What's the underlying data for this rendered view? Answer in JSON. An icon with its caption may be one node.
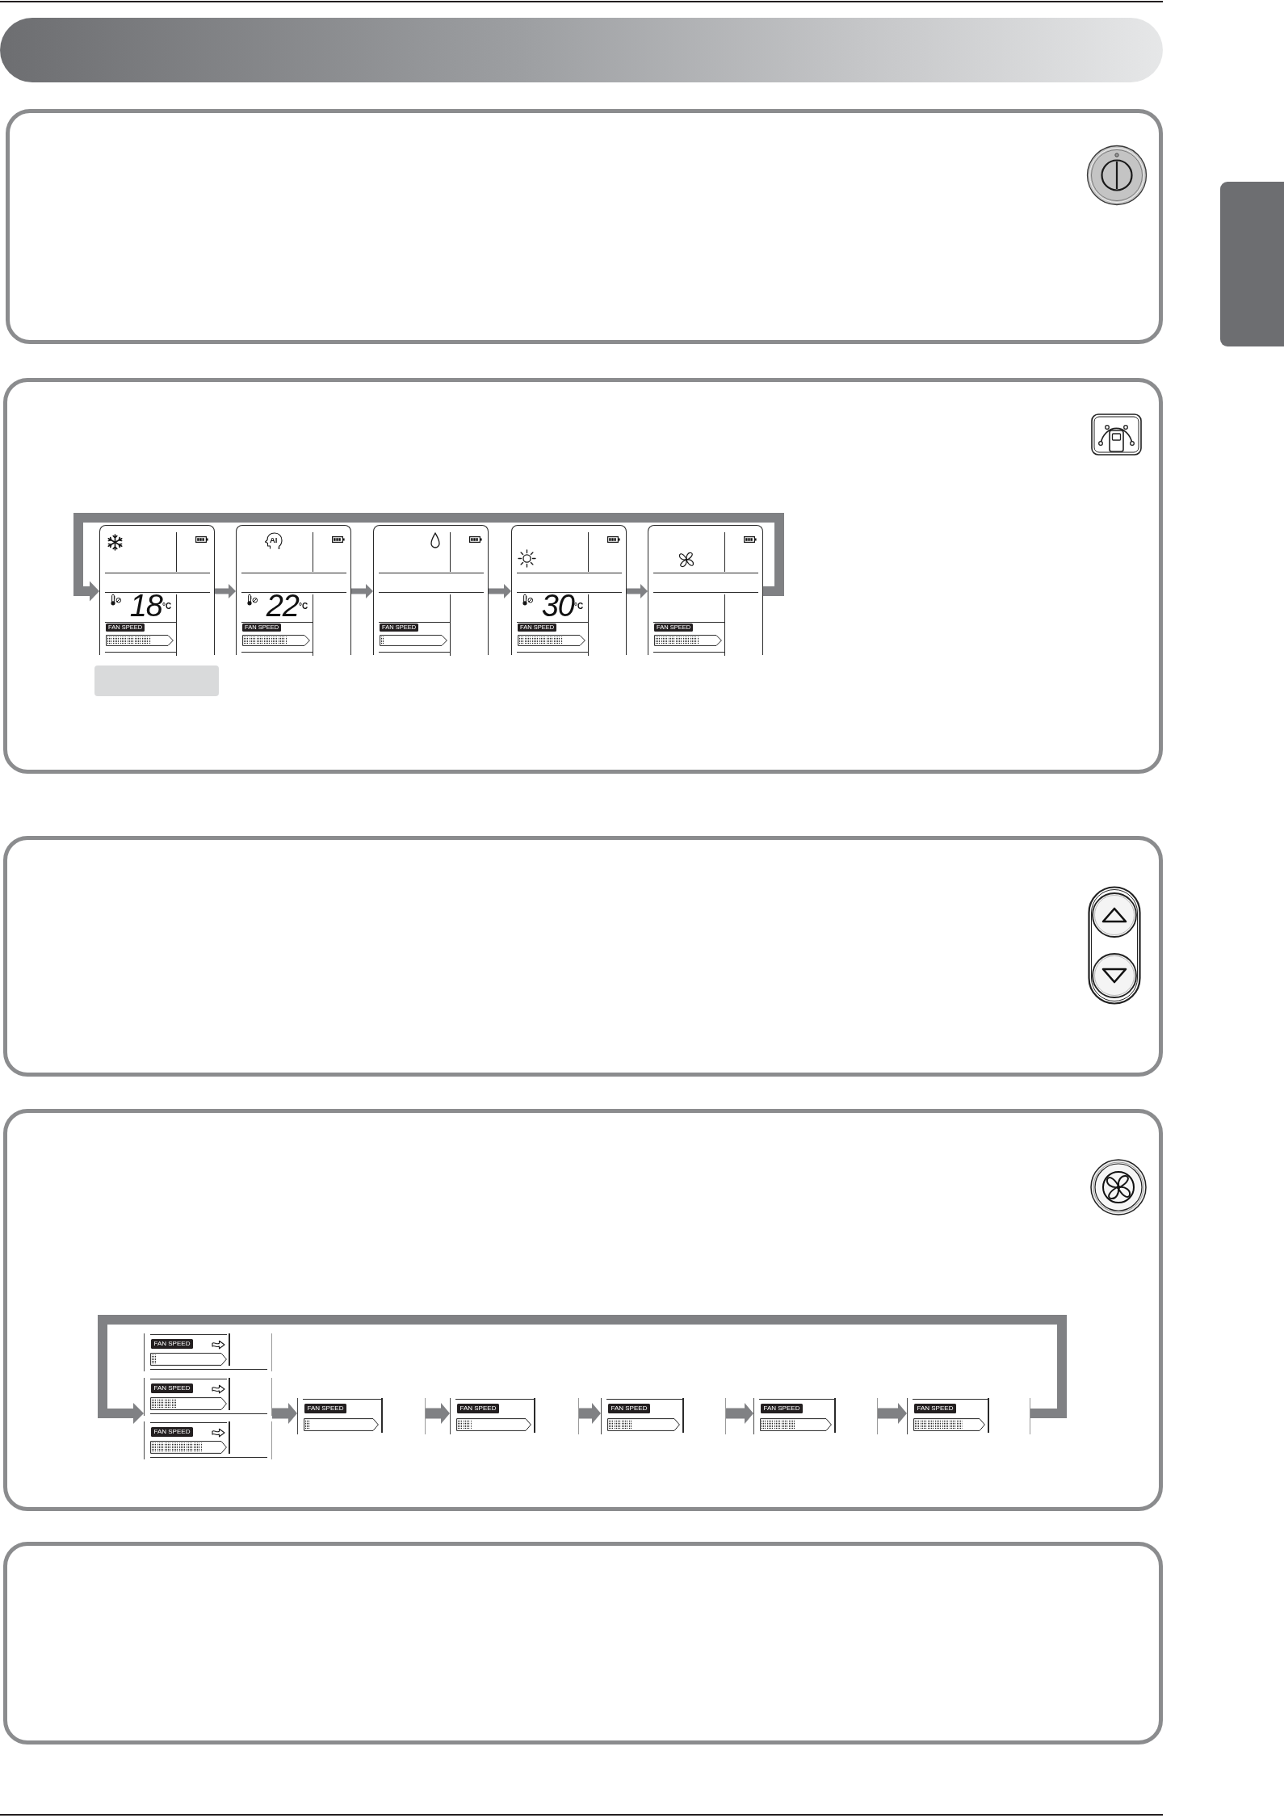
{
  "diagram": {
    "nodes": [
      {
        "text": [
          "18",
          "°C",
          "FAN SPEED"
        ]
      },
      {
        "text": [
          "AI",
          "22",
          "°C",
          "FAN SPEED"
        ]
      },
      {
        "text": [
          "FAN SPEED"
        ]
      },
      {
        "text": [
          "30",
          "°C",
          "FAN SPEED"
        ]
      },
      {
        "text": [
          "FAN SPEED"
        ]
      },
      {
        "text": [
          "FAN SPEED"
        ]
      },
      {
        "text": [
          "FAN SPEED"
        ]
      },
      {
        "text": [
          "FAN SPEED"
        ]
      },
      {
        "text": [
          "FAN SPEED"
        ]
      },
      {
        "text": [
          "FAN SPEED"
        ]
      },
      {
        "text": [
          "FAN SPEED"
        ]
      },
      {
        "text": [
          "FAN SPEED"
        ]
      },
      {
        "text": [
          "FAN SPEED"
        ]
      },
      {
        "text": [],
        "shape": "box"
      }
    ],
    "edges": [
      {
        "from": 0,
        "to": 1,
        "arrow": "to"
      },
      {
        "from": 1,
        "to": 2,
        "arrow": "to"
      },
      {
        "from": 2,
        "to": 3,
        "arrow": "to"
      },
      {
        "from": 3,
        "to": 4,
        "arrow": "to"
      },
      {
        "from": 4,
        "to": 0,
        "arrow": "to"
      },
      {
        "from": 6,
        "to": 8,
        "arrow": "to"
      },
      {
        "from": 8,
        "to": 9,
        "arrow": "to"
      },
      {
        "from": 9,
        "to": 10,
        "arrow": "to"
      },
      {
        "from": 10,
        "to": 11,
        "arrow": "to"
      },
      {
        "from": 11,
        "to": 12,
        "arrow": "to"
      },
      {
        "from": 12,
        "to": 6,
        "arrow": "to"
      }
    ]
  }
}
